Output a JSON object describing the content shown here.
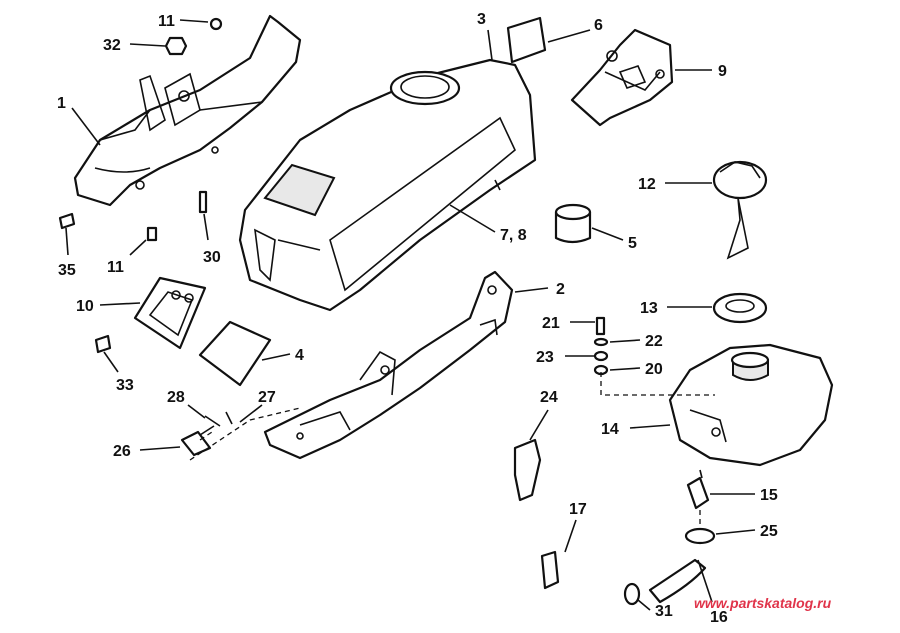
{
  "watermark": "www.partskatalog.ru",
  "colors": {
    "ink": "#111111",
    "watermark": "#e0344a",
    "background": "#ffffff"
  },
  "callouts": [
    {
      "id": "c1",
      "label": "1"
    },
    {
      "id": "c2",
      "label": "2"
    },
    {
      "id": "c3",
      "label": "3"
    },
    {
      "id": "c4",
      "label": "4"
    },
    {
      "id": "c5",
      "label": "5"
    },
    {
      "id": "c6",
      "label": "6"
    },
    {
      "id": "c78",
      "label": "7, 8"
    },
    {
      "id": "c9",
      "label": "9"
    },
    {
      "id": "c10",
      "label": "10"
    },
    {
      "id": "c11a",
      "label": "11"
    },
    {
      "id": "c11b",
      "label": "11"
    },
    {
      "id": "c12",
      "label": "12"
    },
    {
      "id": "c13",
      "label": "13"
    },
    {
      "id": "c14",
      "label": "14"
    },
    {
      "id": "c15",
      "label": "15"
    },
    {
      "id": "c16",
      "label": "16"
    },
    {
      "id": "c17",
      "label": "17"
    },
    {
      "id": "c20",
      "label": "20"
    },
    {
      "id": "c21",
      "label": "21"
    },
    {
      "id": "c22",
      "label": "22"
    },
    {
      "id": "c23",
      "label": "23"
    },
    {
      "id": "c24",
      "label": "24"
    },
    {
      "id": "c25",
      "label": "25"
    },
    {
      "id": "c26",
      "label": "26"
    },
    {
      "id": "c27",
      "label": "27"
    },
    {
      "id": "c28",
      "label": "28"
    },
    {
      "id": "c30",
      "label": "30"
    },
    {
      "id": "c31",
      "label": "31"
    },
    {
      "id": "c32",
      "label": "32"
    },
    {
      "id": "c33",
      "label": "33"
    },
    {
      "id": "c35",
      "label": "35"
    }
  ]
}
